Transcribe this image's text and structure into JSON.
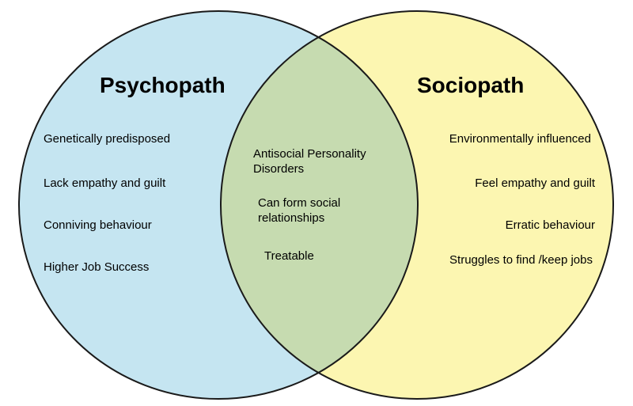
{
  "colors": {
    "left_circle_fill": "#c5e5f1",
    "right_circle_fill": "#fcf6b1",
    "overlap_fill": "#c6dbb0",
    "outline": "#1a1a1a"
  },
  "left": {
    "title": "Psychopath",
    "items": [
      "Genetically predisposed",
      "Lack empathy and guilt",
      "Conniving behaviour",
      "Higher Job Success"
    ]
  },
  "right": {
    "title": "Sociopath",
    "items": [
      "Environmentally influenced",
      "Feel empathy and guilt",
      "Erratic behaviour",
      "Struggles to find /keep jobs"
    ]
  },
  "overlap": {
    "items": [
      {
        "line1": "Antisocial Personality",
        "line2": "Disorders"
      },
      {
        "line1": "Can form social",
        "line2": "relationships"
      },
      {
        "line1": "Treatable",
        "line2": ""
      }
    ]
  }
}
